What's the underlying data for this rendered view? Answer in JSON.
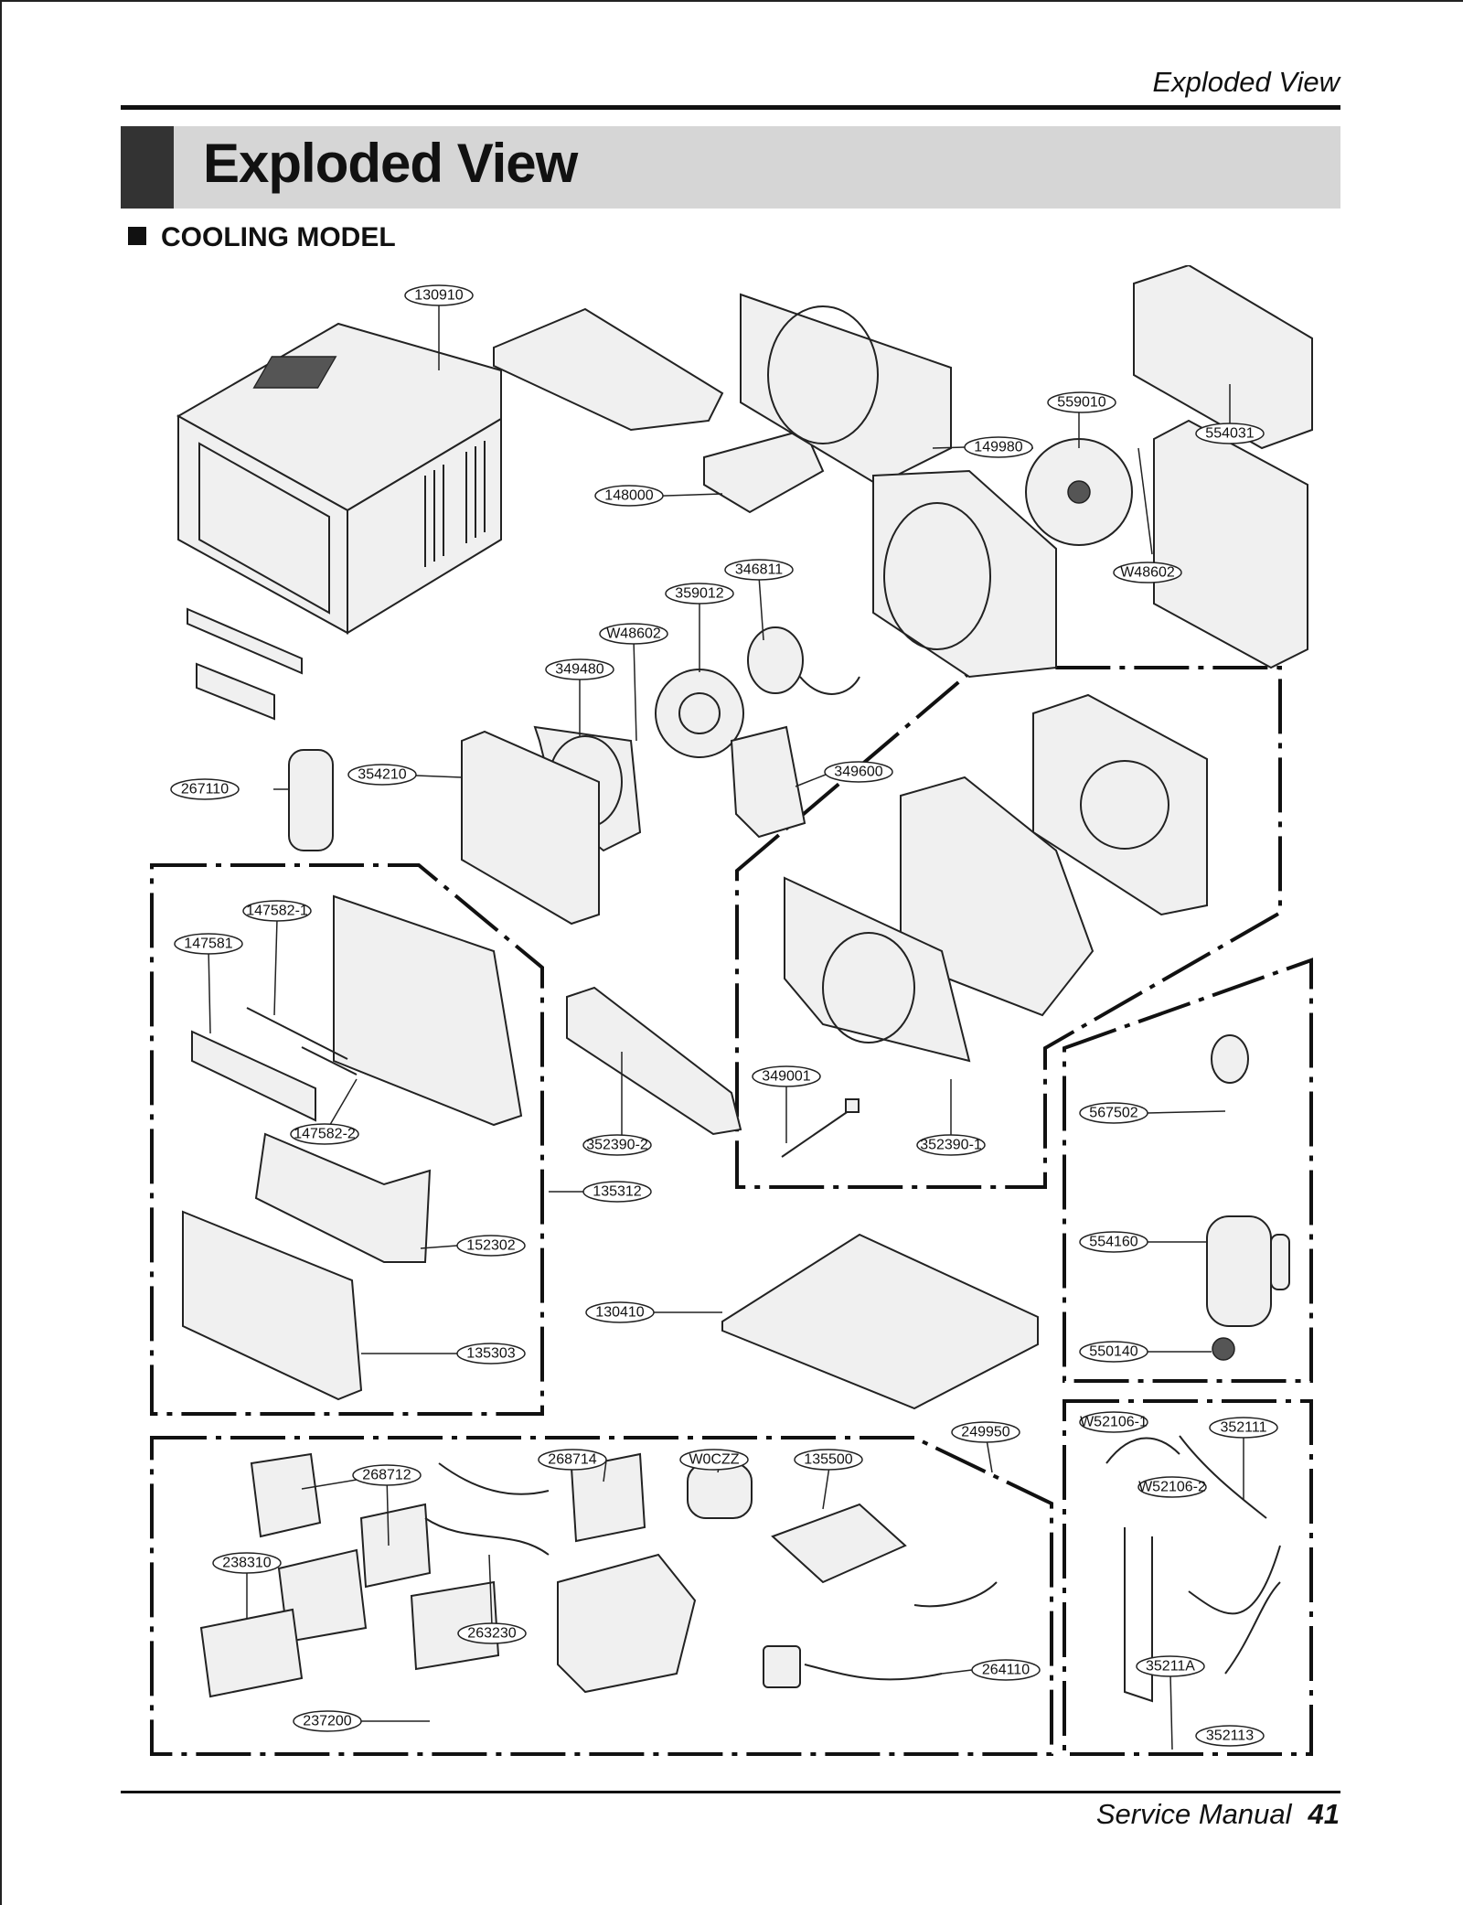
{
  "header": {
    "running_title": "Exploded View"
  },
  "title": "Exploded View",
  "section": "COOLING MODEL",
  "footer": {
    "manual": "Service Manual",
    "page": "41"
  },
  "part_labels": {
    "p130910": "130910",
    "p148000": "148000",
    "p149980": "149980",
    "p559010": "559010",
    "p554031": "554031",
    "p346811": "346811",
    "p359012": "359012",
    "pW48602a": "W48602",
    "pW48602b": "W48602",
    "p349480": "349480",
    "p267110": "267110",
    "p354210": "354210",
    "p349600": "349600",
    "p147582_1": "147582-1",
    "p147581": "147581",
    "p147582_2": "147582-2",
    "p352390_2": "352390-2",
    "p349001": "349001",
    "p352390_1": "352390-1",
    "p135312": "135312",
    "p152302": "152302",
    "p130410": "130410",
    "p135303": "135303",
    "p567502": "567502",
    "p554160": "554160",
    "p550140": "550140",
    "p249950": "249950",
    "p268712": "268712",
    "p268714": "268714",
    "pW0CZZ": "W0CZZ",
    "p135500": "135500",
    "p238310": "238310",
    "p263230": "263230",
    "p264110": "264110",
    "p237200": "237200",
    "pW52106_1": "W52106-1",
    "p352111": "352111",
    "pW52106_2": "W52106-2",
    "p35211A": "35211A",
    "p352113": "352113"
  }
}
